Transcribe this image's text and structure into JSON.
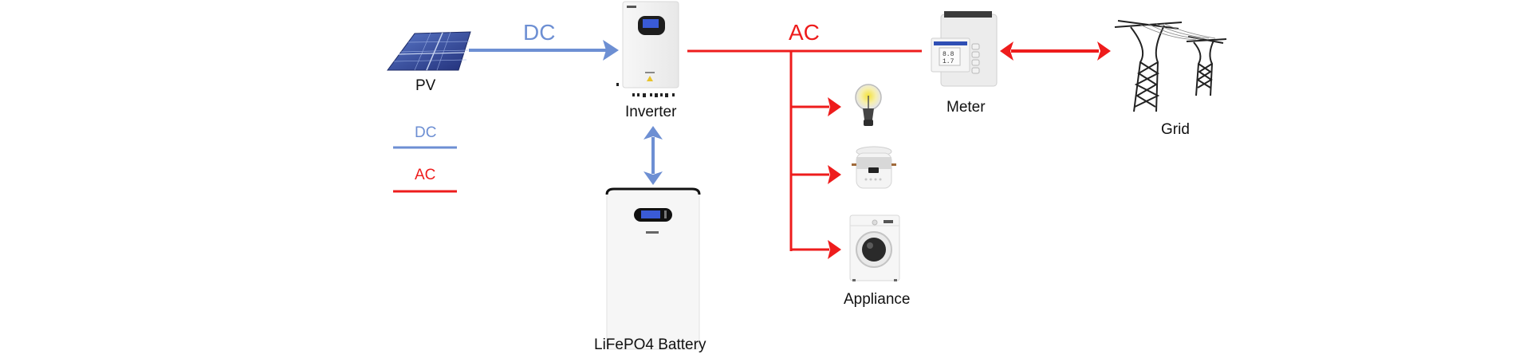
{
  "diagram": {
    "colors": {
      "dc": "#6d8fd3",
      "ac": "#ee1c1c",
      "label": "#111111",
      "device_body": "#f3f3f3",
      "lcd": "#3a5bd6"
    },
    "nodes": {
      "pv": {
        "label": "PV",
        "icon": "solar-panel-icon"
      },
      "inverter": {
        "label": "Inverter",
        "icon": "inverter-icon"
      },
      "battery": {
        "label": "LiFePO4 Battery",
        "icon": "battery-icon"
      },
      "meter": {
        "label": "Meter",
        "icon": "meter-icon"
      },
      "grid": {
        "label": "Grid",
        "icon": "power-tower-icon"
      },
      "appliance": {
        "label": "Appliance",
        "icons": [
          "light-bulb-icon",
          "rice-cooker-icon",
          "washing-machine-icon"
        ]
      }
    },
    "connections": [
      {
        "from": "PV",
        "to": "Inverter",
        "type": "DC",
        "label": "DC",
        "direction": "one-way"
      },
      {
        "from": "Inverter",
        "to": "LiFePO4 Battery",
        "type": "DC",
        "direction": "two-way"
      },
      {
        "from": "Inverter",
        "to": "Meter",
        "type": "AC",
        "label": "AC",
        "direction": "line"
      },
      {
        "from": "AC bus",
        "to": "Light bulb",
        "type": "AC",
        "direction": "one-way"
      },
      {
        "from": "AC bus",
        "to": "Rice cooker",
        "type": "AC",
        "direction": "one-way"
      },
      {
        "from": "AC bus",
        "to": "Washing machine",
        "type": "AC",
        "direction": "one-way"
      },
      {
        "from": "Meter",
        "to": "Grid",
        "type": "AC",
        "direction": "two-way"
      }
    ],
    "flow_labels": {
      "dc": "DC",
      "ac": "AC"
    },
    "legend": [
      {
        "label": "DC",
        "color": "#6d8fd3"
      },
      {
        "label": "AC",
        "color": "#ee1c1c"
      }
    ]
  }
}
